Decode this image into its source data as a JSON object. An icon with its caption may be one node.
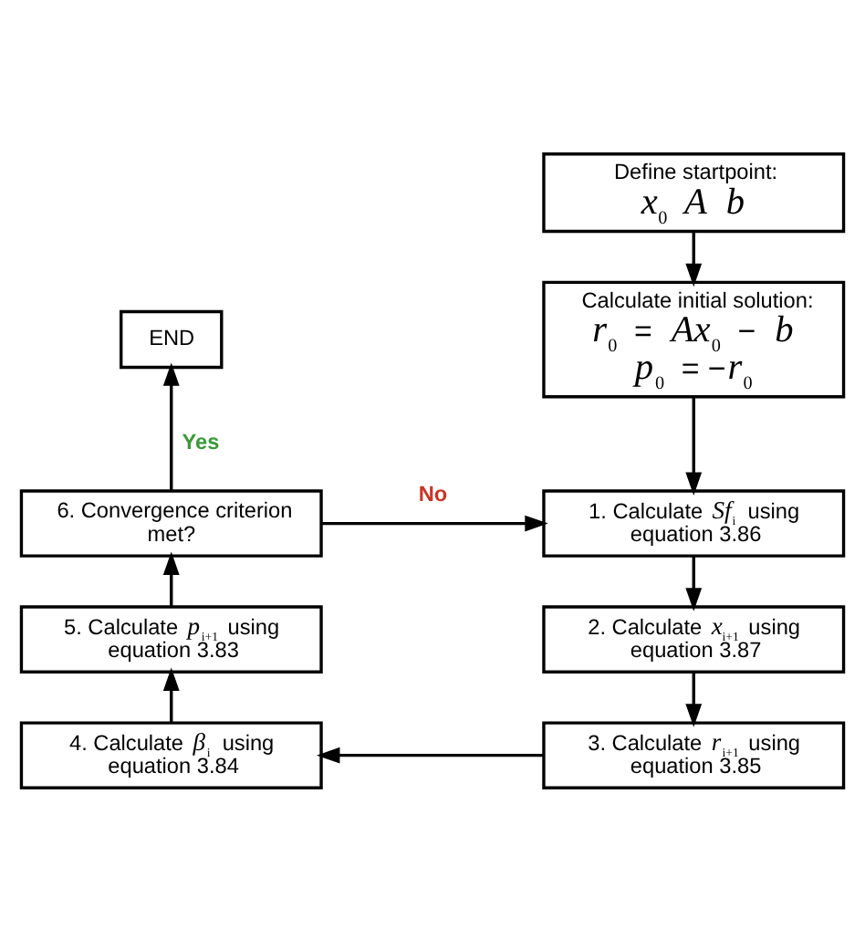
{
  "diagram": {
    "nodes": [
      {
        "text": [
          "Define startpoint:",
          "*x*$_{0}$ *A* *b*"
        ]
      },
      {
        "text": [
          "Calculate initial solution:",
          "*r*$_{0}$ = *Ax*$_{0}$ − *b*",
          "*p*$_{0}$ = −*r*$_{0}$"
        ]
      },
      {
        "text": [
          "END"
        ]
      },
      {
        "text": [
          "6. Convergence criterion met?"
        ]
      },
      {
        "text": [
          "1. Calculate *Sf*$_{i}$ using equation 3.86"
        ]
      },
      {
        "text": [
          "5. Calculate *p*$_{i+1}$ using equation 3.83"
        ]
      },
      {
        "text": [
          "2. Calculate *x*$_{i+1}$ using equation 3.87"
        ]
      },
      {
        "text": [
          "4. Calculate *β*$_{i}$ using equation 3.84"
        ]
      },
      {
        "text": [
          "3. Calculate *r*$_{i+1}$ using equation 3.85"
        ]
      }
    ],
    "edges": [
      {
        "from": 0,
        "to": 1,
        "arrow": "to"
      },
      {
        "from": 1,
        "to": 4,
        "arrow": "to"
      },
      {
        "from": 3,
        "to": 2,
        "arrow": "to",
        "label": "Yes"
      },
      {
        "from": 3,
        "to": 4,
        "arrow": "to",
        "label": "No"
      },
      {
        "from": 4,
        "to": 6,
        "arrow": "to"
      },
      {
        "from": 6,
        "to": 8,
        "arrow": "to"
      },
      {
        "from": 8,
        "to": 7,
        "arrow": "to"
      },
      {
        "from": 7,
        "to": 5,
        "arrow": "to"
      },
      {
        "from": 5,
        "to": 3,
        "arrow": "to"
      }
    ]
  }
}
